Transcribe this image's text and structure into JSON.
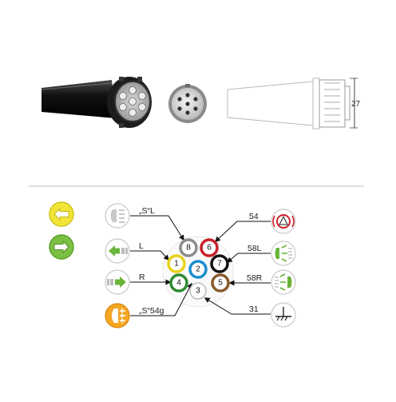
{
  "product": {
    "dimension_label": "27"
  },
  "nav": {
    "back_label": "",
    "forward_label": ""
  },
  "pins": [
    {
      "number": "8",
      "color": "#8c8c8c",
      "wire": "„S“L"
    },
    {
      "number": "6",
      "color": "#c8202a",
      "wire": "54"
    },
    {
      "number": "1",
      "color": "#e8d21a",
      "wire": "L"
    },
    {
      "number": "2",
      "color": "#1a8fd0",
      "wire": ""
    },
    {
      "number": "7",
      "color": "#111111",
      "wire": "58L"
    },
    {
      "number": "4",
      "color": "#2e8b2e",
      "wire": "R"
    },
    {
      "number": "5",
      "color": "#8a5a2b",
      "wire": "58R"
    },
    {
      "number": "3",
      "color": "#ffffff",
      "wire": "31"
    }
  ],
  "extra_wires": {
    "fog": "„S“54g"
  },
  "icons": [
    {
      "name": "reverse-light-icon"
    },
    {
      "name": "brake-warning-icon"
    },
    {
      "name": "left-indicator-icon"
    },
    {
      "name": "left-position-light-icon"
    },
    {
      "name": "right-indicator-icon"
    },
    {
      "name": "right-position-light-icon"
    },
    {
      "name": "rear-fog-light-icon"
    },
    {
      "name": "ground-icon"
    }
  ],
  "colors": {
    "nav_yellow": "#f2e53a",
    "nav_green": "#7cc043",
    "icon_amber": "#f5a623",
    "icon_green": "#6ab43a",
    "icon_red": "#d0202a"
  }
}
